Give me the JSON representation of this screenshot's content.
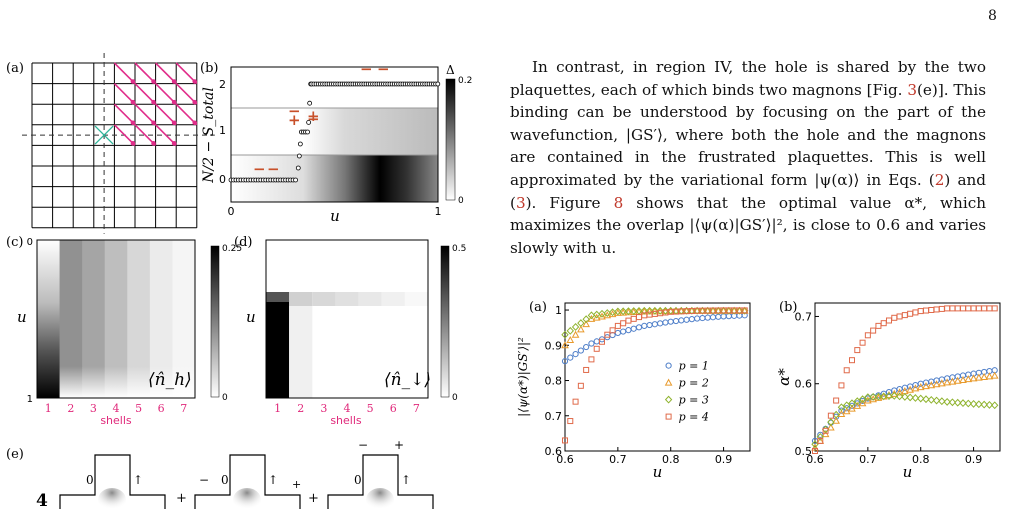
{
  "page_number": "8",
  "paragraph": {
    "pre": "In contrast, in region IV, the hole is shared by the two plaquettes, each of which binds two magnons [Fig. ",
    "ref1": "3",
    "mid1": "(e)]. This binding can be understood by focusing on the part of the wavefunction, |GS′⟩, where both the hole and the magnons are contained in the frustrated plaquettes. This is well approximated by the variational form |ψ(α)⟩ in Eqs. (",
    "ref2": "2",
    "mid2": ") and (",
    "ref3": "3",
    "mid3": "). Figure ",
    "ref4": "8",
    "post": " shows that the optimal value α*, which maximizes the overlap |⟨ψ(α)|GS′⟩|², is close to 0.6 and varies slowly with u."
  },
  "left_figure": {
    "panel_a": {
      "label": "(a)"
    },
    "panel_b": {
      "label": "(b)",
      "ylabel": "N/2 − S_total",
      "xlabel": "u",
      "colorbar_title": "Δ",
      "colorbar_ticks": [
        "0.2",
        "0"
      ],
      "yticks": [
        "0",
        "1",
        "2"
      ],
      "xticks": [
        "0",
        "1"
      ],
      "annotations": [
        "−",
        "−",
        "+",
        "−",
        "−",
        "+",
        "−",
        "−"
      ]
    },
    "panel_c": {
      "label": "(c)",
      "ylabel": "u",
      "xlabel": "shells",
      "ticks_y": [
        "0",
        "1"
      ],
      "shells": [
        "1",
        "2",
        "3",
        "4",
        "5",
        "6",
        "7"
      ],
      "colorbar_ticks": [
        "0.25",
        "0"
      ],
      "legend": "⟨n̂_h⟩"
    },
    "panel_d": {
      "label": "(d)",
      "ylabel": "u",
      "xlabel": "shells",
      "shells": [
        "1",
        "2",
        "3",
        "4",
        "5",
        "6",
        "7"
      ],
      "colorbar_ticks": [
        "0.5",
        "0"
      ],
      "legend": "⟨n̂_↓⟩"
    },
    "panel_e": {
      "label": "(e)",
      "prefix": "4",
      "labels": [
        "0",
        "↑",
        "−",
        "0",
        "↑",
        "+",
        "−",
        "+",
        "0",
        "↑"
      ],
      "plus": [
        "+",
        "+"
      ]
    }
  },
  "chart_data": [
    {
      "type": "scatter",
      "label": "(a)",
      "xlabel": "u",
      "ylabel": "|⟨ψ(α*)|GS′⟩|²",
      "xlim": [
        0.6,
        0.95
      ],
      "ylim": [
        0.6,
        1.02
      ],
      "xticks": [
        "0.6",
        "0.7",
        "0.8",
        "0.9"
      ],
      "yticks": [
        "0.6",
        "0.7",
        "0.8",
        "0.9",
        "1"
      ],
      "legend_placement": "center-right",
      "series": [
        {
          "name": "p = 1",
          "marker": "circle",
          "color": "#4f7fc9",
          "x": [
            0.6,
            0.65,
            0.7,
            0.75,
            0.8,
            0.85,
            0.9,
            0.94
          ],
          "y": [
            0.855,
            0.905,
            0.935,
            0.955,
            0.967,
            0.976,
            0.982,
            0.985
          ]
        },
        {
          "name": "p = 2",
          "marker": "triangle",
          "color": "#e89a2c",
          "x": [
            0.6,
            0.65,
            0.7,
            0.75,
            0.8,
            0.85,
            0.9,
            0.94
          ],
          "y": [
            0.9,
            0.975,
            0.992,
            0.996,
            0.997,
            0.998,
            0.998,
            0.998
          ]
        },
        {
          "name": "p = 3",
          "marker": "diamond",
          "color": "#8fb32e",
          "x": [
            0.6,
            0.65,
            0.7,
            0.75,
            0.8,
            0.85,
            0.9,
            0.94
          ],
          "y": [
            0.93,
            0.985,
            0.996,
            0.998,
            0.998,
            0.998,
            0.998,
            0.998
          ]
        },
        {
          "name": "p = 4",
          "marker": "square",
          "color": "#e06a4a",
          "x": [
            0.6,
            0.62,
            0.64,
            0.66,
            0.68,
            0.7,
            0.72,
            0.75,
            0.8,
            0.85,
            0.9,
            0.94
          ],
          "y": [
            0.63,
            0.74,
            0.83,
            0.89,
            0.93,
            0.955,
            0.97,
            0.985,
            0.995,
            0.998,
            0.999,
            0.999
          ]
        }
      ]
    },
    {
      "type": "scatter",
      "label": "(b)",
      "xlabel": "u",
      "ylabel": "α*",
      "xlim": [
        0.6,
        0.95
      ],
      "ylim": [
        0.5,
        0.72
      ],
      "xticks": [
        "0.6",
        "0.7",
        "0.8",
        "0.9"
      ],
      "yticks": [
        "0.5",
        "0.6",
        "0.7"
      ],
      "series": [
        {
          "name": "p = 1",
          "marker": "circle",
          "color": "#4f7fc9",
          "x": [
            0.6,
            0.65,
            0.7,
            0.75,
            0.8,
            0.85,
            0.9,
            0.94
          ],
          "y": [
            0.515,
            0.56,
            0.578,
            0.59,
            0.6,
            0.608,
            0.615,
            0.62
          ]
        },
        {
          "name": "p = 2",
          "marker": "triangle",
          "color": "#e89a2c",
          "x": [
            0.6,
            0.65,
            0.7,
            0.75,
            0.8,
            0.85,
            0.9,
            0.94
          ],
          "y": [
            0.505,
            0.555,
            0.575,
            0.585,
            0.595,
            0.602,
            0.608,
            0.612
          ]
        },
        {
          "name": "p = 3",
          "marker": "diamond",
          "color": "#8fb32e",
          "x": [
            0.6,
            0.65,
            0.7,
            0.75,
            0.8,
            0.85,
            0.9,
            0.94
          ],
          "y": [
            0.51,
            0.565,
            0.58,
            0.582,
            0.578,
            0.573,
            0.57,
            0.568
          ]
        },
        {
          "name": "p = 4",
          "marker": "square",
          "color": "#e06a4a",
          "x": [
            0.6,
            0.62,
            0.64,
            0.66,
            0.68,
            0.7,
            0.72,
            0.75,
            0.8,
            0.85,
            0.9,
            0.94
          ],
          "y": [
            0.5,
            0.53,
            0.575,
            0.62,
            0.65,
            0.672,
            0.686,
            0.698,
            0.708,
            0.712,
            0.712,
            0.712
          ]
        }
      ]
    }
  ]
}
